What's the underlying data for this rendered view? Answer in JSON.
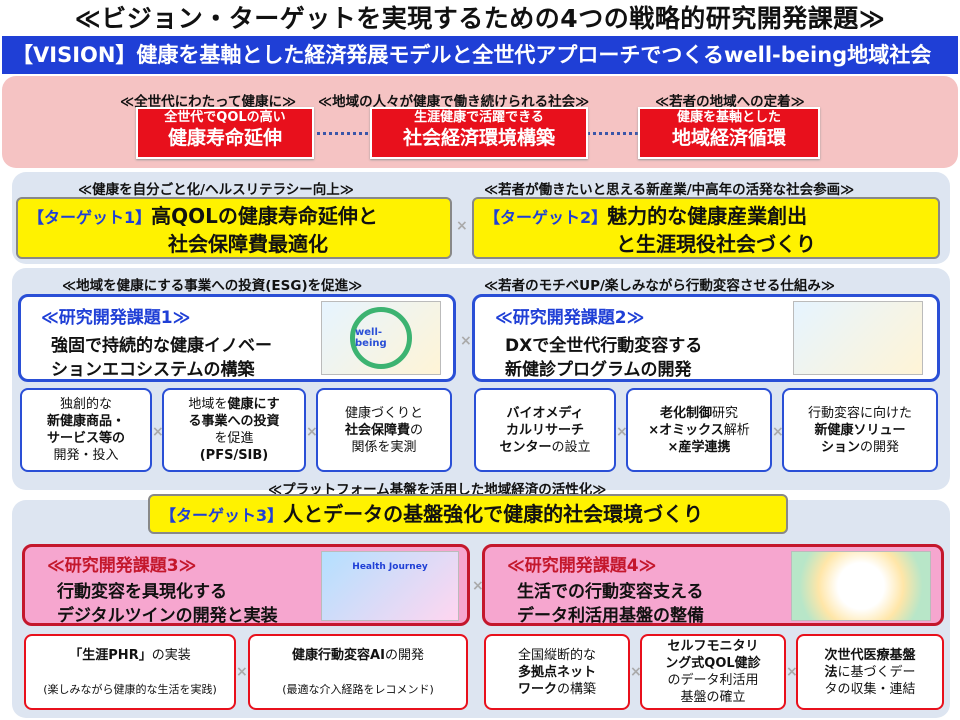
{
  "title": "≪ビジョン・ターゲットを実現するための4つの戦略的研究開発課題≫",
  "vision": "【VISION】健康を基軸とした経済発展モデルと全世代アプローチでつくるwell-being地域社会",
  "pillars": [
    {
      "header": "≪全世代にわたって健康に≫",
      "line1": "全世代でQOLの高い",
      "line2": "健康寿命延伸"
    },
    {
      "header": "≪地域の人々が健康で働き続けられる社会≫",
      "line1": "生涯健康で活躍できる",
      "line2": "社会経済環境構築"
    },
    {
      "header": "≪若者の地域への定着≫",
      "line1": "健康を基軸とした",
      "line2": "地域経済循環"
    }
  ],
  "band2": {
    "left_header": "≪健康を自分ごと化/ヘルスリテラシー向上≫",
    "right_header": "≪若者が働きたいと思える新産業/中高年の活発な社会参画≫"
  },
  "targets": [
    {
      "tag": "【ターゲット1】",
      "line1": "高QOLの健康寿命延伸と",
      "line2": "社会保障費最適化"
    },
    {
      "tag": "【ターゲット2】",
      "line1": "魅力的な健康産業創出",
      "line2": "と生涯現役社会づくり"
    },
    {
      "tag": "【ターゲット3】",
      "line1": "人とデータの基盤強化で健康的社会環境づくり"
    }
  ],
  "band3": {
    "left_header": "≪地域を健康にする事業への投資(ESG)を促進≫",
    "right_header": "≪若者のモチベUP/楽しみながら行動変容させる仕組み≫"
  },
  "band4": {
    "header": "≪プラットフォーム基盤を活用した地域経済の活性化≫"
  },
  "rd": [
    {
      "title": "≪研究開発課題1≫",
      "line1": "強固で持続的な健康イノベー",
      "line2": "ションエコシステムの構築",
      "image_label": "well-being"
    },
    {
      "title": "≪研究開発課題2≫",
      "line1": "DXで全世代行動変容する",
      "line2": "新健診プログラムの開発"
    },
    {
      "title": "≪研究開発課題3≫",
      "line1": "行動変容を具現化する",
      "line2": "デジタルツインの開発と実装",
      "image_label": "Health Journey"
    },
    {
      "title": "≪研究開発課題4≫",
      "line1": "生活での行動変容支える",
      "line2": "データ利活用基盤の整備"
    }
  ],
  "sub1": [
    {
      "a": "独創的な",
      "b": "新健康商品・",
      "c": "サービス等の",
      "d": "開発・投入"
    },
    {
      "a": "地域を",
      "b": "健康にす",
      "c": "る事業への投資",
      "d": "を促進",
      "e": "(PFS/SIB)"
    },
    {
      "a": "健康づくりと",
      "b": "社会保障費",
      "c": "の",
      "d": "関係を実測"
    }
  ],
  "sub2": [
    {
      "a": "バイオメディ",
      "b": "カルリサーチ",
      "c": "センター",
      "d": "の設立"
    },
    {
      "a": "老化制御",
      "b": "研究",
      "c": "×オミックス",
      "d": "解析",
      "e": "×産学連携"
    },
    {
      "a": "行動変容に向けた",
      "b": "新健康ソリュー",
      "c": "ション",
      "d": "の開発"
    }
  ],
  "sub3": [
    {
      "a": "「生涯PHR」",
      "b": "の実装",
      "c": "(楽しみながら健康的な生活を実践)"
    },
    {
      "a": "健康行動変容AI",
      "b": "の開発",
      "c": "(最適な介入経路をレコメンド)"
    }
  ],
  "sub4": [
    {
      "a": "全国縦断的な",
      "b": "多拠点ネット",
      "c": "ワーク",
      "d": "の構築"
    },
    {
      "a": "セルフモニタリ",
      "b": "ング式QOL健診",
      "c": "のデータ利活用",
      "d": "基盤の確立"
    },
    {
      "a": "次世代医療基盤",
      "b": "法",
      "c": "に基づくデー",
      "d": "タの収集・連結"
    }
  ],
  "cross": "×"
}
